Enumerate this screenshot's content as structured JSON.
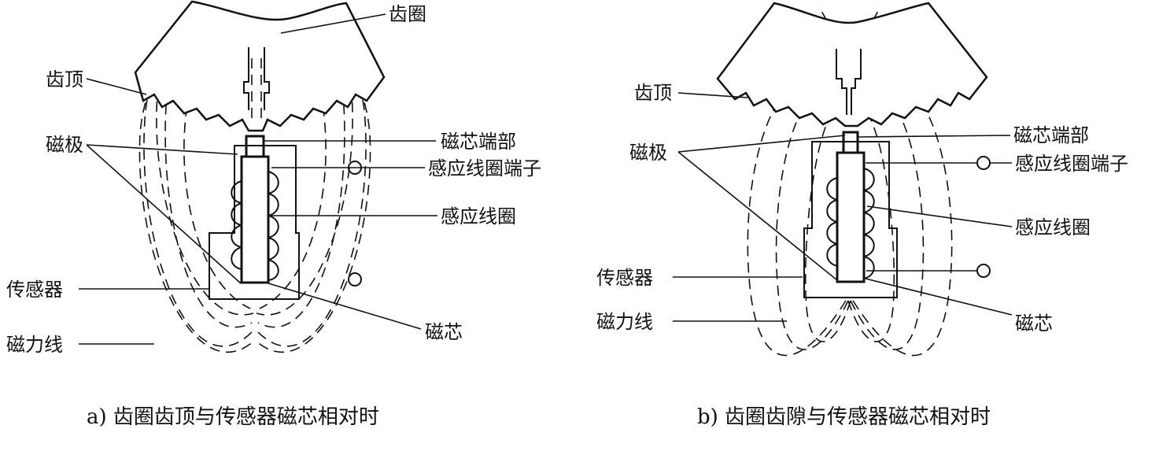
{
  "panel_a": {
    "caption": "a) 齿圈齿顶与传感器磁芯相对时",
    "labels": {
      "ring_gear": "齿圈",
      "tooth_top": "齿顶",
      "magnetic_pole": "磁极",
      "sensor": "传感器",
      "flux_lines": "磁力线",
      "core_end": "磁芯端部",
      "coil_terminal": "感应线圈端子",
      "coil": "感应线圈",
      "core": "磁芯"
    }
  },
  "panel_b": {
    "caption": "b) 齿圈齿隙与传感器磁芯相对时",
    "labels": {
      "tooth_top": "齿顶",
      "magnetic_pole": "磁极",
      "sensor": "传感器",
      "flux_lines": "磁力线",
      "core_end": "磁芯端部",
      "coil_terminal": "感应线圈端子",
      "coil": "感应线圈",
      "core": "磁芯"
    }
  }
}
